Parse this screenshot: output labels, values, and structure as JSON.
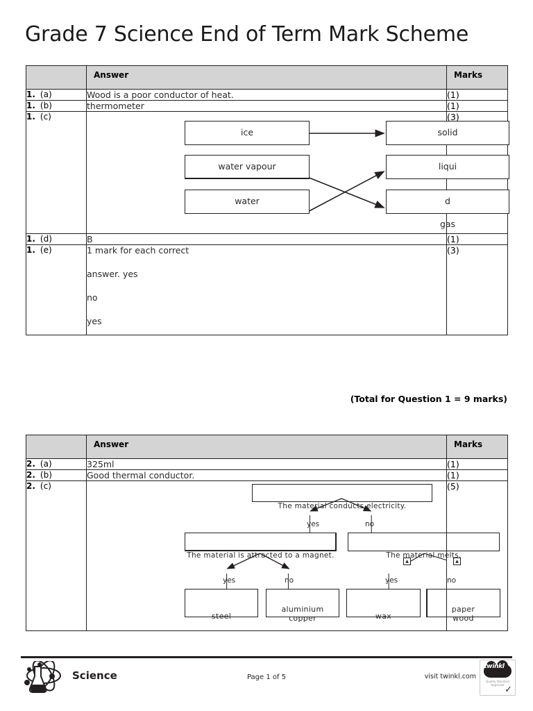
{
  "document": {
    "title": "Grade 7 Science End of Term Mark Scheme"
  },
  "table1": {
    "header": {
      "question": "",
      "answer": "Answer",
      "marks": "Marks"
    },
    "rows": [
      {
        "num": "1.",
        "part": "(a)",
        "answer": "Wood is a poor conductor of heat.",
        "marks": "(1)"
      },
      {
        "num": "1.",
        "part": "(b)",
        "answer": "thermometer",
        "marks": "(1)"
      },
      {
        "num": "1.",
        "part": "(c)",
        "answer": "",
        "marks": "(3)"
      },
      {
        "num": "1.",
        "part": "(d)",
        "answer": "B",
        "marks": "(1)"
      },
      {
        "num": "1.",
        "part": "(e)",
        "answer_lines": [
          "1 mark for each correct",
          "answer. yes",
          "no",
          "yes"
        ],
        "marks": "(3)"
      }
    ],
    "total": "(Total for Question 1 = 9 marks)"
  },
  "diagram_1c": {
    "left_boxes": [
      "ice",
      "water vapour",
      "water"
    ],
    "right_boxes": [
      "solid",
      "liqui",
      "d"
    ],
    "extra_label": "gas",
    "connections": [
      {
        "from": "ice",
        "to": "solid"
      },
      {
        "from": "water vapour",
        "to": "d"
      },
      {
        "from": "water",
        "to": "liqui"
      }
    ]
  },
  "table2": {
    "header": {
      "question": "",
      "answer": "Answer",
      "marks": "Marks"
    },
    "rows": [
      {
        "num": "2.",
        "part": "(a)",
        "answer": "325ml",
        "marks": "(1)"
      },
      {
        "num": "2.",
        "part": "(b)",
        "answer": "Good thermal conductor.",
        "marks": "(1)"
      },
      {
        "num": "2.",
        "part": "(c)",
        "answer": "",
        "marks": "(5)"
      }
    ]
  },
  "diagram_2c": {
    "root": "The material conducts electricity.",
    "level2": [
      {
        "branch": "yes",
        "text": "The material is attracted to a magnet."
      },
      {
        "branch": "no",
        "text": "The material melts."
      }
    ],
    "level3": [
      {
        "branch": "yes",
        "text": "steel"
      },
      {
        "branch": "no",
        "text": "aluminium\ncopper"
      },
      {
        "branch": "yes",
        "text": "wax"
      },
      {
        "branch": "no",
        "text": "paper\nwood"
      }
    ],
    "branch_labels": {
      "yes": "yes",
      "no": "no"
    },
    "leaf_labels": {
      "steel": "steel",
      "aluminium": "aluminium",
      "copper": "copper",
      "wax": "wax",
      "paper": "paper",
      "wood": "wood"
    },
    "missing_glyph": "▲"
  },
  "footer": {
    "subject": "Science",
    "page": "Page 1 of 5",
    "visit": "visit twinkl.com",
    "badge_word": "twinkl",
    "badge_sub": "Quality Standard Approved",
    "badge_check": "✓",
    "logo_icon": "science-atom-flask-icon"
  },
  "colors": {
    "header_fill": "#d4d4d4",
    "border": "#231f20",
    "text": "#2a2a2a"
  }
}
